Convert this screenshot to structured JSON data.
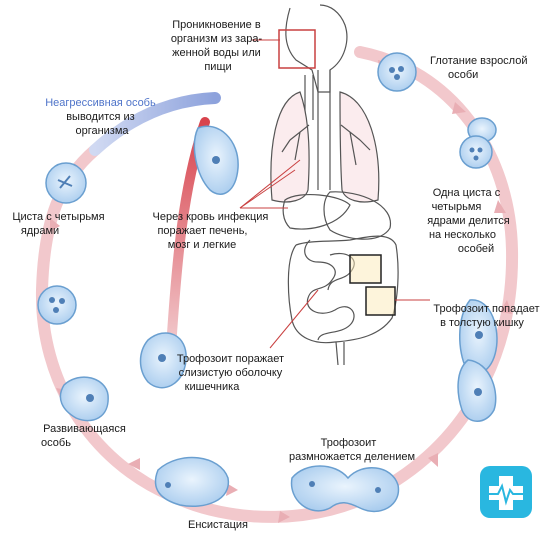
{
  "labels": {
    "penetration": [
      "Проникновение в",
      "организм из зара-",
      "женной воды или",
      "пищи"
    ],
    "swallow": [
      "Глотание взрослой",
      "особи"
    ],
    "nonaggressive": [
      "Неагрессивная особь",
      "выводится из",
      "организма"
    ],
    "cyst_four": [
      "Циста с четырьмя",
      "ядрами"
    ],
    "blood": [
      "Через кровь инфекция",
      "поражает печень,",
      "мозг и легкие"
    ],
    "cyst_divides": [
      "Одна циста с",
      "четырьмя",
      "ядрами делится",
      "на несколько",
      "особей"
    ],
    "trophozoite_colon": [
      "Трофозоит попадает",
      "в толстую кишку"
    ],
    "trophozoite_mucosa": [
      "Трофозоит поражает",
      "слизистую оболочку",
      "кишечника"
    ],
    "developing": [
      "Развивающаяся",
      "особь"
    ],
    "trophozoite_divides": [
      "Трофозоит",
      "размножается делением"
    ],
    "encystation": [
      "Енсистация"
    ]
  },
  "colors": {
    "cycle_pink": "#f2c8cc",
    "arrow_red": "#d94c55",
    "arrow_blue": "#7f97d8",
    "cell_fill": "#bcd9f4",
    "cell_stroke": "#6a9fd0",
    "nucleus": "#4f7fb6",
    "organ_stroke": "#555555",
    "logo": "#29b7e0"
  },
  "icons": {
    "logo": "medical-cross-pulse-icon"
  }
}
